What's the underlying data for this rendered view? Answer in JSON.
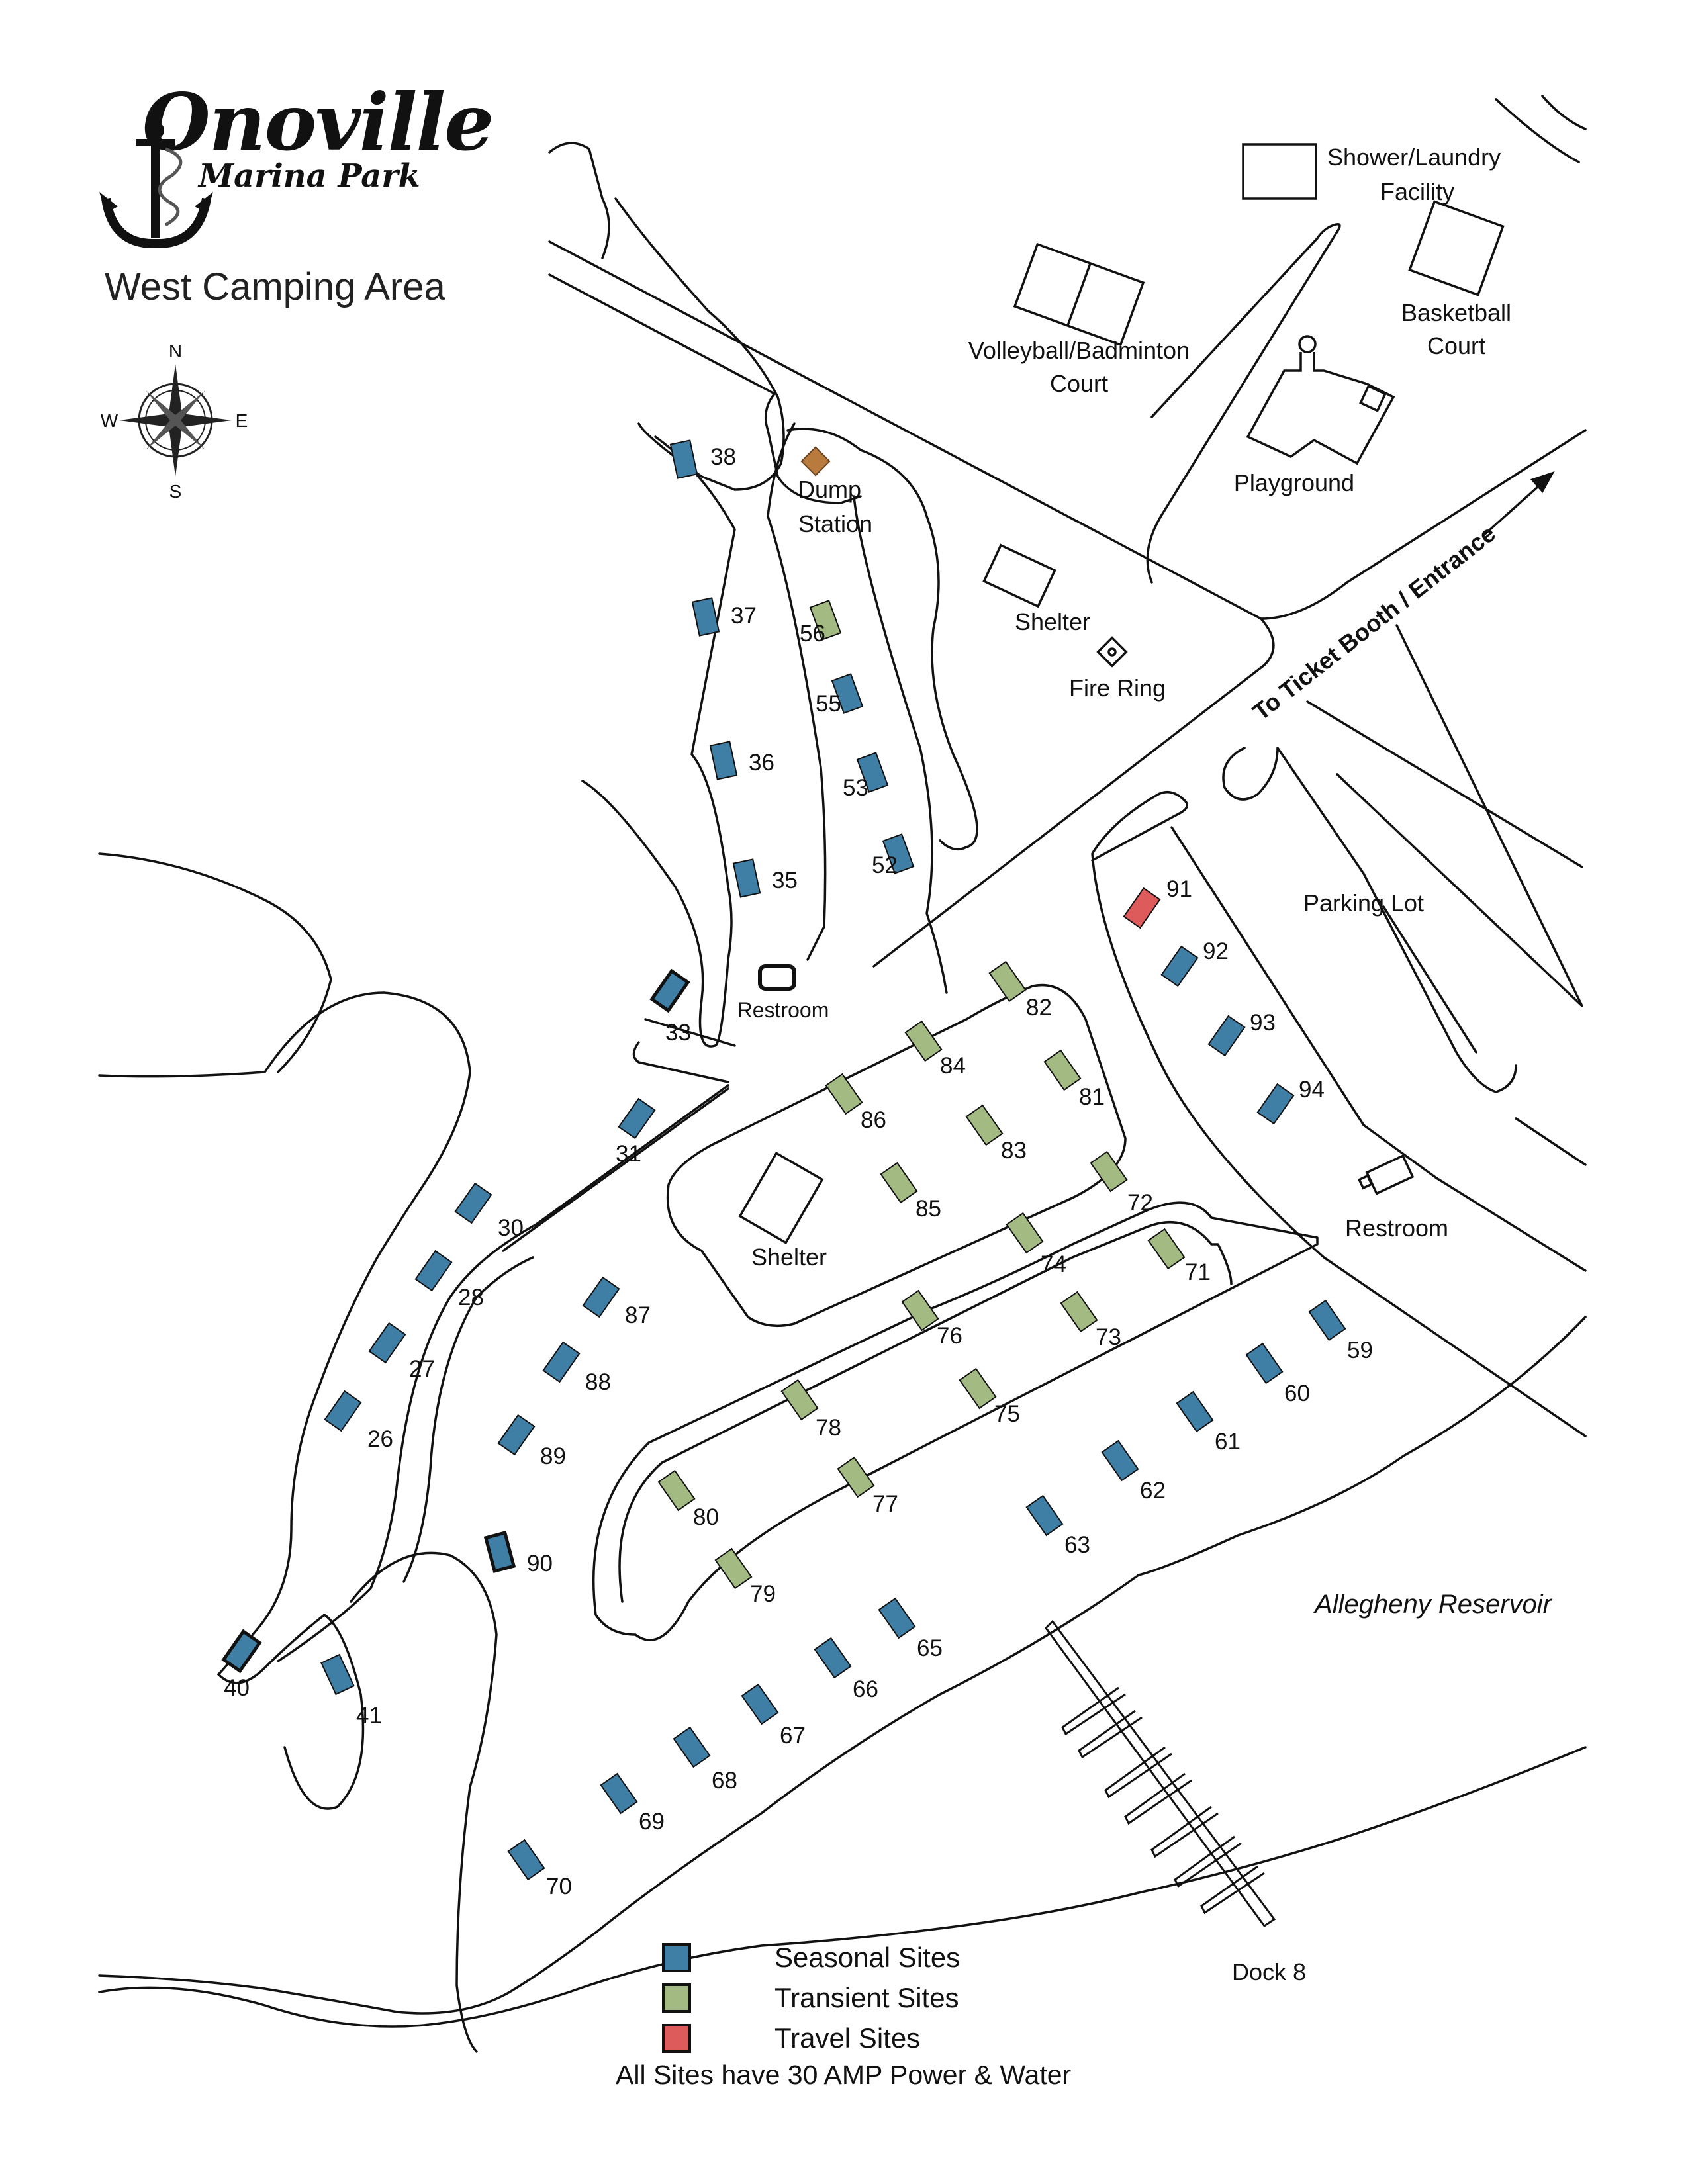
{
  "header": {
    "brand_name": "Onoville",
    "brand_sub": "Marina Park",
    "area_title": "West Camping Area"
  },
  "compass": {
    "n": "N",
    "s": "S",
    "e": "E",
    "w": "W"
  },
  "colors": {
    "seasonal": "#3f7fa6",
    "transient": "#a3bb83",
    "travel": "#de5b5b",
    "dump": "#b87a3d",
    "outline": "#111111"
  },
  "sites": [
    {
      "n": "38",
      "type": "seasonal"
    },
    {
      "n": "37",
      "type": "seasonal"
    },
    {
      "n": "36",
      "type": "seasonal"
    },
    {
      "n": "35",
      "type": "seasonal"
    },
    {
      "n": "33",
      "type": "seasonal"
    },
    {
      "n": "31",
      "type": "seasonal"
    },
    {
      "n": "30",
      "type": "seasonal"
    },
    {
      "n": "28",
      "type": "seasonal"
    },
    {
      "n": "27",
      "type": "seasonal"
    },
    {
      "n": "26",
      "type": "seasonal"
    },
    {
      "n": "40",
      "type": "seasonal"
    },
    {
      "n": "41",
      "type": "seasonal"
    },
    {
      "n": "56",
      "type": "transient"
    },
    {
      "n": "55",
      "type": "seasonal"
    },
    {
      "n": "53",
      "type": "seasonal"
    },
    {
      "n": "52",
      "type": "seasonal"
    },
    {
      "n": "82",
      "type": "transient"
    },
    {
      "n": "84",
      "type": "transient"
    },
    {
      "n": "81",
      "type": "transient"
    },
    {
      "n": "86",
      "type": "transient"
    },
    {
      "n": "83",
      "type": "transient"
    },
    {
      "n": "85",
      "type": "transient"
    },
    {
      "n": "72",
      "type": "transient"
    },
    {
      "n": "74",
      "type": "transient"
    },
    {
      "n": "71",
      "type": "transient"
    },
    {
      "n": "76",
      "type": "transient"
    },
    {
      "n": "73",
      "type": "transient"
    },
    {
      "n": "75",
      "type": "transient"
    },
    {
      "n": "78",
      "type": "transient"
    },
    {
      "n": "77",
      "type": "transient"
    },
    {
      "n": "80",
      "type": "transient"
    },
    {
      "n": "79",
      "type": "transient"
    },
    {
      "n": "87",
      "type": "seasonal"
    },
    {
      "n": "88",
      "type": "seasonal"
    },
    {
      "n": "89",
      "type": "seasonal"
    },
    {
      "n": "90",
      "type": "seasonal"
    },
    {
      "n": "91",
      "type": "travel"
    },
    {
      "n": "92",
      "type": "seasonal"
    },
    {
      "n": "93",
      "type": "seasonal"
    },
    {
      "n": "94",
      "type": "seasonal"
    },
    {
      "n": "59",
      "type": "seasonal"
    },
    {
      "n": "60",
      "type": "seasonal"
    },
    {
      "n": "61",
      "type": "seasonal"
    },
    {
      "n": "62",
      "type": "seasonal"
    },
    {
      "n": "63",
      "type": "seasonal"
    },
    {
      "n": "65",
      "type": "seasonal"
    },
    {
      "n": "66",
      "type": "seasonal"
    },
    {
      "n": "67",
      "type": "seasonal"
    },
    {
      "n": "68",
      "type": "seasonal"
    },
    {
      "n": "69",
      "type": "seasonal"
    },
    {
      "n": "70",
      "type": "seasonal"
    }
  ],
  "places": {
    "shower_1": "Shower/Laundry",
    "shower_2": "Facility",
    "basketball_1": "Basketball",
    "basketball_2": "Court",
    "volleyball_1": "Volleyball/Badminton",
    "volleyball_2": "Court",
    "playground": "Playground",
    "dump_1": "Dump",
    "dump_2": "Station",
    "shelter_north": "Shelter",
    "fire_ring": "Fire Ring",
    "entrance": "To Ticket Booth / Entrance",
    "parking": "Parking Lot",
    "restroom_west": "Restroom",
    "restroom_east": "Restroom",
    "shelter_central": "Shelter",
    "reservoir": "Allegheny Reservoir",
    "dock": "Dock 8"
  },
  "legend": [
    {
      "key": "seasonal",
      "label": "Seasonal Sites"
    },
    {
      "key": "transient",
      "label": "Transient Sites"
    },
    {
      "key": "travel",
      "label": "Travel Sites"
    }
  ],
  "note": "All Sites have 30 AMP Power & Water"
}
